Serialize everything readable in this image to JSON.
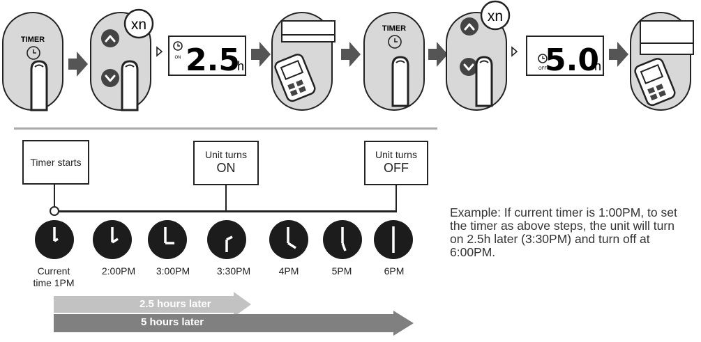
{
  "steps": {
    "timer_button_label": "TIMER",
    "repeat_label": "xn",
    "display_on": {
      "value": "2.5",
      "unit": "h",
      "mode": "ON"
    },
    "display_off": {
      "value": "5.0",
      "unit": "h",
      "mode": "OFF"
    }
  },
  "timeline": {
    "start_box": "Timer starts",
    "on_box": {
      "line1": "Unit turns",
      "line2": "ON"
    },
    "off_box": {
      "line1": "Unit turns",
      "line2": "OFF"
    },
    "clocks": [
      {
        "line1": "Current",
        "line2": "time 1PM"
      },
      {
        "line1": "2:00PM",
        "line2": ""
      },
      {
        "line1": "3:00PM",
        "line2": ""
      },
      {
        "line1": "3:30PM",
        "line2": ""
      },
      {
        "line1": "4PM",
        "line2": ""
      },
      {
        "line1": "5PM",
        "line2": ""
      },
      {
        "line1": "6PM",
        "line2": ""
      }
    ],
    "bar_short": "2.5 hours later",
    "bar_long": "5 hours later"
  },
  "example": "Example: If current timer is 1:00PM, to set the timer as above steps, the unit will turn on 2.5h later (3:30PM) and turn off at 6:00PM."
}
